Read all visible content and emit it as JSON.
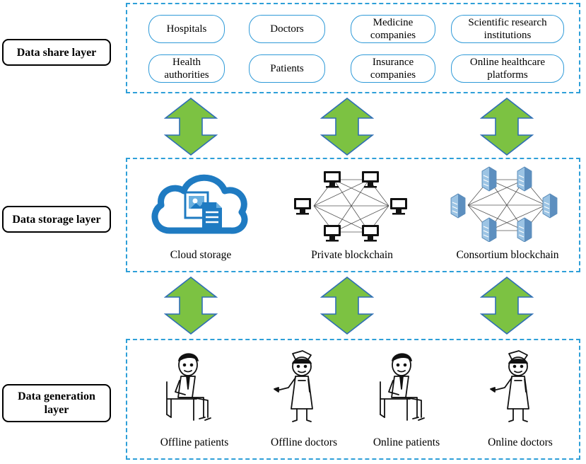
{
  "layers": {
    "share": {
      "label": "Data share layer",
      "entities": [
        "Hospitals",
        "Doctors",
        "Medicine companies",
        "Scientific research institutions",
        "Health authorities",
        "Patients",
        "Insurance companies",
        "Online healthcare platforms"
      ]
    },
    "storage": {
      "label": "Data storage layer",
      "items": [
        "Cloud storage",
        "Private blockchain",
        "Consortium blockchain"
      ]
    },
    "generation": {
      "label": "Data generation layer",
      "items": [
        "Offline patients",
        "Offline doctors",
        "Online patients",
        "Online doctors"
      ]
    }
  },
  "colors": {
    "dashed_border": "#2e9fd8",
    "pill_border": "#2f9ad8",
    "arrow_fill": "#7cc242",
    "arrow_stroke": "#2e6eb5",
    "cloud_blue": "#1f7bc2"
  }
}
